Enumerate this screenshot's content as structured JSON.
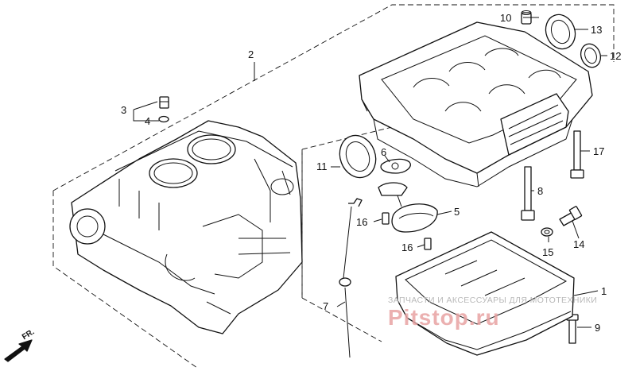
{
  "callouts": {
    "c1": "1",
    "c2": "2",
    "c3": "3",
    "c4": "4",
    "c5": "5",
    "c6": "6",
    "c7": "7",
    "c8": "8",
    "c9": "9",
    "c10": "10",
    "c11": "11",
    "c12": "12",
    "c13": "13",
    "c14": "14",
    "c15": "15",
    "c16a": "16",
    "c16b": "16",
    "c17": "17"
  },
  "direction_label": "FR.",
  "watermark": {
    "tagline": "ЗАПЧАСТИ И АКСЕССУАРЫ ДЛЯ МОТОТЕХНИКИ",
    "logo": "Pitstop.ru"
  },
  "colors": {
    "line": "#111111",
    "watermark_text": "#b9b9b9",
    "watermark_logo": "#e8a3a3"
  }
}
